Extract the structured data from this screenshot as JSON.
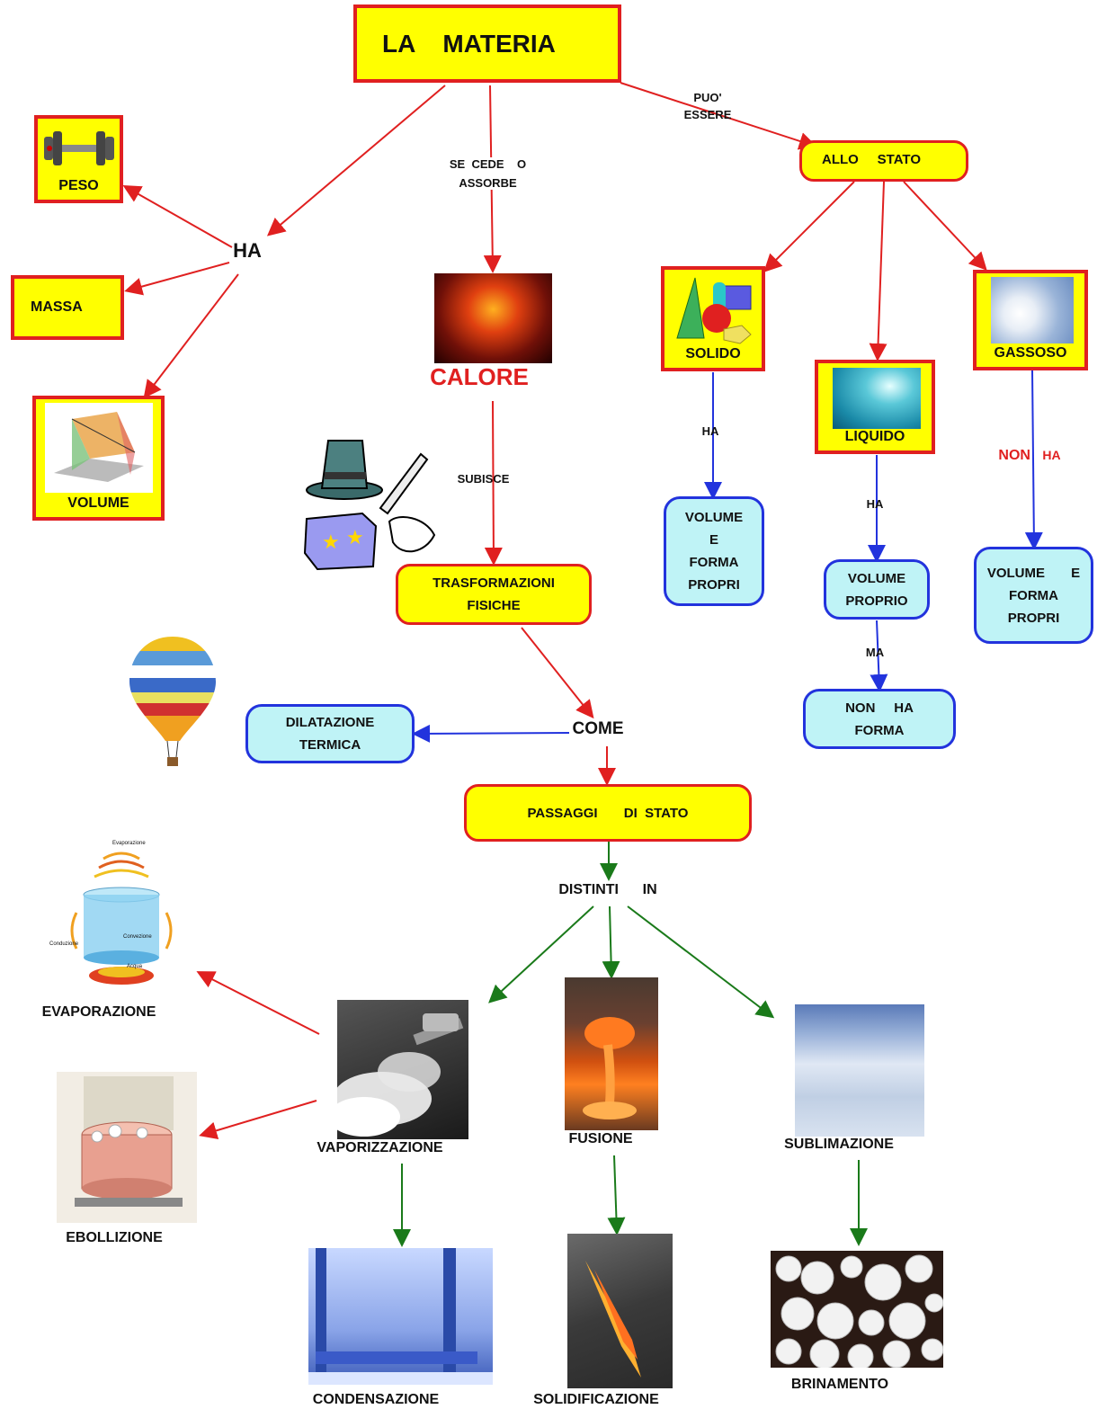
{
  "title": "LA    MATERIA",
  "links": {
    "puo_essere": [
      "PUO'",
      "ESSERE"
    ],
    "se_cede": [
      "SE  CEDE    O",
      "ASSORBE"
    ],
    "ha_main": "HA",
    "subisce": "SUBISCE",
    "ha_solido": "HA",
    "ha_liquido": "HA",
    "ma": "MA",
    "non": "NON",
    "ha_gassoso": "HA",
    "come": "COME",
    "distinti_in": "DISTINTI      IN"
  },
  "properties": {
    "peso": "PESO",
    "massa": "MASSA",
    "volume": "VOLUME"
  },
  "calore": "CALORE",
  "trasformazioni": [
    "TRASFORMAZIONI",
    "FISICHE"
  ],
  "allo_stato": "ALLO     STATO",
  "states": {
    "solido": "SOLIDO",
    "liquido": "LIQUIDO",
    "gassoso": "GASSOSO"
  },
  "solido_desc": [
    "VOLUME",
    "E",
    "FORMA",
    "PROPRI"
  ],
  "liquido_desc": [
    "VOLUME",
    "PROPRIO"
  ],
  "liquido_desc2": [
    "NON     HA",
    "FORMA"
  ],
  "gassoso_desc": [
    "VOLUME       E",
    "FORMA",
    "PROPRI"
  ],
  "dilatazione": [
    "DILATAZIONE",
    "TERMICA"
  ],
  "passaggi": "PASSAGGI       DI  STATO",
  "transitions": {
    "vaporizzazione": "VAPORIZZAZIONE",
    "fusione": "FUSIONE",
    "sublimazione": "SUBLIMAZIONE",
    "evaporazione": "EVAPORAZIONE",
    "ebollizione": "EBOLLIZIONE",
    "condensazione": "CONDENSAZIONE",
    "solidificazione": "SOLIDIFICAZIONE",
    "brinamento": "BRINAMENTO"
  },
  "figure_labels": {
    "evaporazione_top": "Evaporazione",
    "conduzione": "Conduzione",
    "convezione": "Convezione",
    "acqua": "Acqua"
  },
  "colors": {
    "yellow": "#ffff00",
    "red": "#e02020",
    "cyan": "#bff3f6",
    "blue": "#2233dd",
    "green": "#1a7a1a"
  },
  "icons": [
    "dumbbell-icon",
    "cube-volume-icon",
    "fire-image",
    "magic-hat-icon",
    "shapes-icon",
    "water-splash-image",
    "cloud-image",
    "hot-air-balloon-icon",
    "evaporation-pot-image",
    "steam-iron-image",
    "molten-metal-image",
    "clouds-sky-image",
    "boiling-pot-image",
    "frosted-window-image",
    "hot-blade-image",
    "frost-image"
  ]
}
